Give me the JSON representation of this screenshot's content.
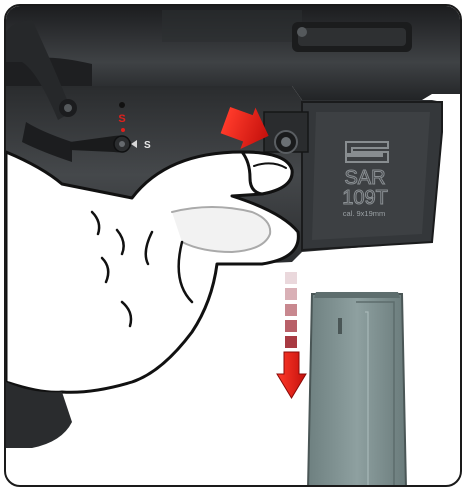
{
  "selector": {
    "safe_mark": "S",
    "fire_mark": "S"
  },
  "markings": {
    "model_line1": "SAR",
    "model_line2": "109T",
    "caliber": "cal. 9x19mm"
  },
  "colors": {
    "receiver": "#3a3d40",
    "receiver_dark": "#1f2123",
    "accent_red": "#e0201c",
    "magazine": "#7f9090"
  },
  "icons": {
    "press_arrow": "red-arrow-right",
    "drop_arrow": "red-arrow-down",
    "logo": "sar-logo"
  }
}
